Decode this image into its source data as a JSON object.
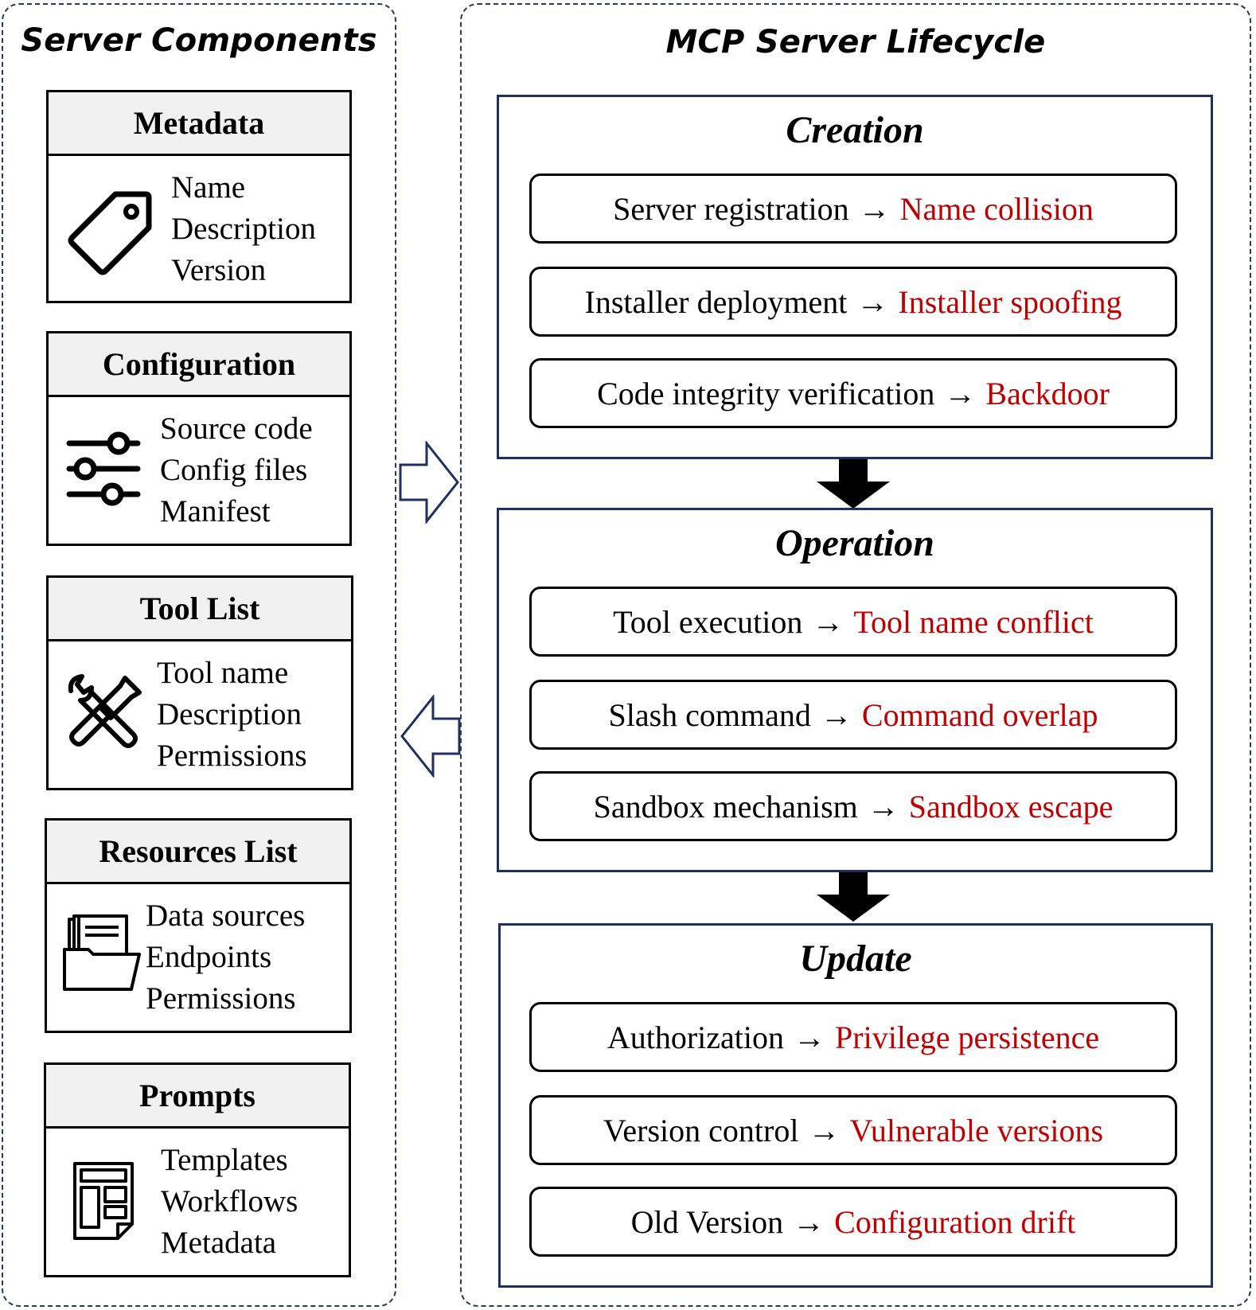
{
  "left_panel": {
    "title": "Server Components",
    "components": [
      {
        "name": "Metadata",
        "icon": "tag-icon",
        "items": [
          "Name",
          "Description",
          "Version"
        ]
      },
      {
        "name": "Configuration",
        "icon": "sliders-icon",
        "items": [
          "Source code",
          "Config files",
          "Manifest"
        ]
      },
      {
        "name": "Tool List",
        "icon": "tools-icon",
        "items": [
          "Tool name",
          "Description",
          "Permissions"
        ]
      },
      {
        "name": "Resources List",
        "icon": "folder-icon",
        "items": [
          "Data sources",
          "Endpoints",
          "Permissions"
        ]
      },
      {
        "name": "Prompts",
        "icon": "template-icon",
        "items": [
          "Templates",
          "Workflows",
          "Metadata"
        ]
      }
    ]
  },
  "right_panel": {
    "title": "MCP Server Lifecycle",
    "arrow_symbol": "→",
    "stages": [
      {
        "name": "Creation",
        "steps": [
          {
            "label": "Server registration",
            "risk": "Name collision"
          },
          {
            "label": "Installer deployment",
            "risk": "Installer spoofing"
          },
          {
            "label": "Code integrity verification",
            "risk": "Backdoor"
          }
        ]
      },
      {
        "name": "Operation",
        "steps": [
          {
            "label": "Tool execution",
            "risk": "Tool name conflict"
          },
          {
            "label": "Slash command",
            "risk": "Command overlap"
          },
          {
            "label": "Sandbox mechanism",
            "risk": "Sandbox escape"
          }
        ]
      },
      {
        "name": "Update",
        "steps": [
          {
            "label": "Authorization",
            "risk": "Privilege persistence"
          },
          {
            "label": "Version control",
            "risk": "Vulnerable versions"
          },
          {
            "label": "Old Version",
            "risk": "Configuration drift"
          }
        ]
      }
    ]
  },
  "colors": {
    "risk": "#c00000",
    "stage_border": "#1f3060",
    "panel_border": "#2b3a55",
    "header_fill": "#f1f1f1"
  }
}
